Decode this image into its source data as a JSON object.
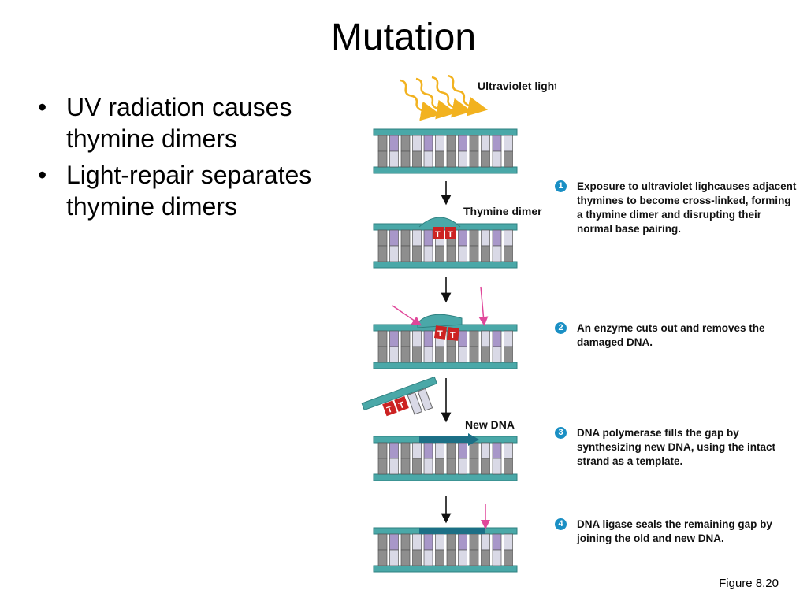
{
  "title": "Mutation",
  "bullets": [
    "UV radiation causes thymine dimers",
    "Light-repair separates thymine dimers"
  ],
  "figure": {
    "labels": {
      "uv": "Ultraviolet light",
      "dimer": "Thymine dimer",
      "new_dna": "New DNA",
      "base_t": "T"
    },
    "steps": [
      {
        "num": "1",
        "text": "Exposure to ultraviolet lighcauses adjacent thymines to become cross-linked, forming a thymine dimer and disrupting their normal base pairing."
      },
      {
        "num": "2",
        "text": "An enzyme cuts out and removes the damaged DNA."
      },
      {
        "num": "3",
        "text": "DNA polymerase fills the gap by synthesizing new DNA, using the intact strand as a template."
      },
      {
        "num": "4",
        "text": "DNA ligase seals the remaining gap by joining the old and new DNA."
      }
    ],
    "caption": "Figure 8.20"
  },
  "colors": {
    "backbone": "#4aa8a8",
    "backbone_dark": "#2f8080",
    "new_dna": "#1c6f86",
    "purine": "#8e8e8e",
    "pyrimidine": "#d9d9e6",
    "purple_base": "#a897c9",
    "dimer_red": "#cc2222",
    "uv_arrow": "#f2b21f",
    "cut_arrow": "#e0479a",
    "step_badge": "#1a8fc4"
  }
}
